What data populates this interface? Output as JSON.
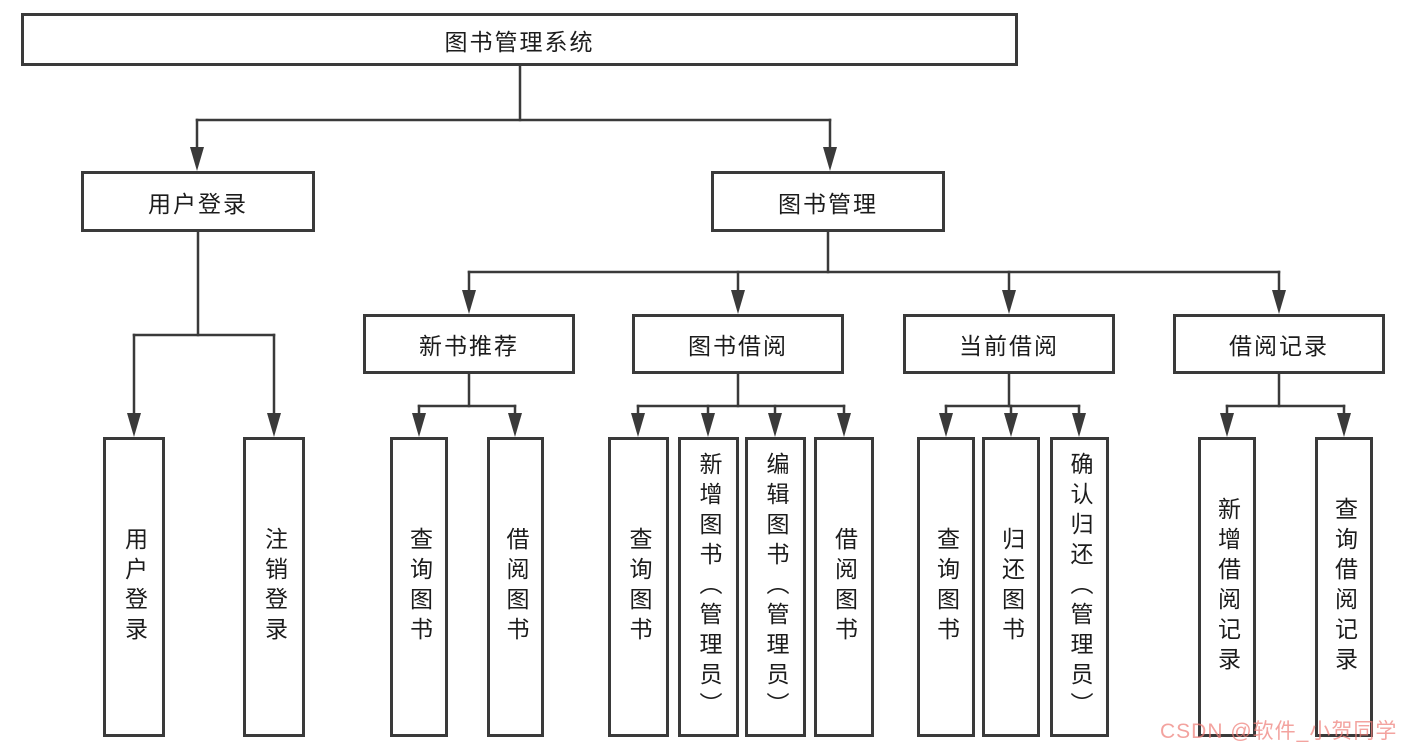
{
  "diagram_title": "图书管理系统",
  "watermark": {
    "text": "CSDN @软件_小贺同学",
    "color": "#ee807a"
  },
  "colors": {
    "line": "#3a3a3a",
    "box_border": "#3a3a3a",
    "text": "#1c1c1c",
    "background": "#ffffff"
  },
  "nodes": {
    "root": {
      "label": "图书管理系统"
    },
    "branches": [
      {
        "label": "用户登录"
      },
      {
        "label": "图书管理"
      }
    ],
    "modules": [
      {
        "label": "新书推荐",
        "parent": "图书管理"
      },
      {
        "label": "图书借阅",
        "parent": "图书管理"
      },
      {
        "label": "当前借阅",
        "parent": "图书管理"
      },
      {
        "label": "借阅记录",
        "parent": "图书管理"
      }
    ],
    "leaves": [
      {
        "label": "用户登录",
        "parent": "用户登录"
      },
      {
        "label": "注销登录",
        "parent": "用户登录"
      },
      {
        "label": "查询图书",
        "parent": "新书推荐"
      },
      {
        "label": "借阅图书",
        "parent": "新书推荐"
      },
      {
        "label": "查询图书",
        "parent": "图书借阅"
      },
      {
        "label": "新增图书（管理员）",
        "parent": "图书借阅"
      },
      {
        "label": "编辑图书（管理员）",
        "parent": "图书借阅"
      },
      {
        "label": "借阅图书",
        "parent": "图书借阅"
      },
      {
        "label": "查询图书",
        "parent": "当前借阅"
      },
      {
        "label": "归还图书",
        "parent": "当前借阅"
      },
      {
        "label": "确认归还（管理员）",
        "parent": "当前借阅"
      },
      {
        "label": "新增借阅记录",
        "parent": "借阅记录"
      },
      {
        "label": "查询借阅记录",
        "parent": "借阅记录"
      }
    ]
  }
}
